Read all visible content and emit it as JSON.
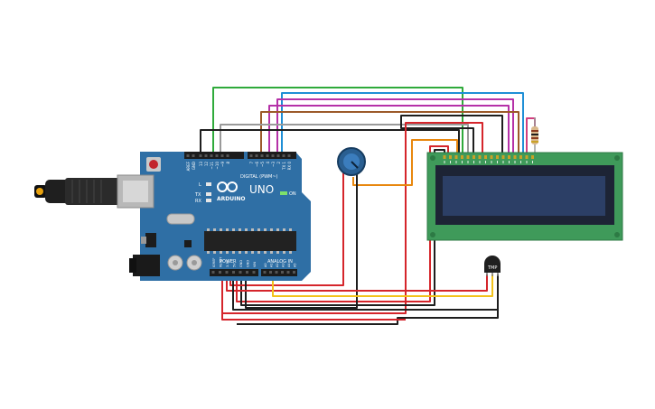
{
  "arduino": {
    "brand": "ARDUINO",
    "model": "UNO",
    "digital_label": "DIGITAL (PWM~)",
    "analog_label": "ANALOG IN",
    "power_label": "POWER",
    "led_l": "L",
    "led_tx": "TX",
    "led_rx": "RX",
    "led_on": "ON",
    "top_pins": [
      "AREF",
      "GND",
      "13",
      "12",
      "~11",
      "~10",
      "~9",
      "8",
      "7",
      "~6",
      "~5",
      "4",
      "~3",
      "2",
      "TX 1",
      "RX 0"
    ],
    "power_pins": [
      "IOREF",
      "RESET",
      "3.3V",
      "5V",
      "GND",
      "GND",
      "VIN"
    ],
    "analog_pins": [
      "A0",
      "A1",
      "A2",
      "A3",
      "A4",
      "A5"
    ]
  },
  "sensor": {
    "label": "TMP"
  },
  "colors": {
    "board": "#2f6fa5",
    "board_dark": "#1e5587",
    "lcd_pcb": "#3f9a5a",
    "lcd_screen": "#2c3f66",
    "red": "#d5252b",
    "black": "#1e1e1e",
    "orange": "#e8870e",
    "yellow": "#f2c21a",
    "green": "#2faa3b",
    "gray": "#9a9a9a",
    "magenta": "#b531a8",
    "brown": "#9c5a2a",
    "blue": "#1f8fd6",
    "pink": "#d13f7f"
  }
}
